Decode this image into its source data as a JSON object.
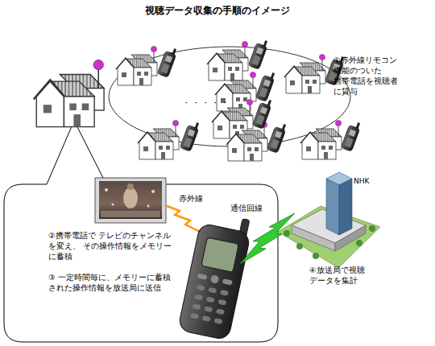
{
  "diagram": {
    "title": "視聴データ収集の手順のイメージ",
    "nodes": [
      {
        "text": [
          "②携帯電話で テレビのチャンネル を変え、 その操作情報をメモリー に蓄積",
          "③ 一定時間毎に、メモリーに蓄積 された操作情報を放送局に送信"
        ]
      }
    ],
    "labels": [
      "①赤外線リモコン 機能のついた 携帯電話を視聴者 に貸与",
      "・・・・・",
      "赤外線",
      "通信回線",
      "NHK",
      "④放送局で視聴 データを集計"
    ]
  }
}
